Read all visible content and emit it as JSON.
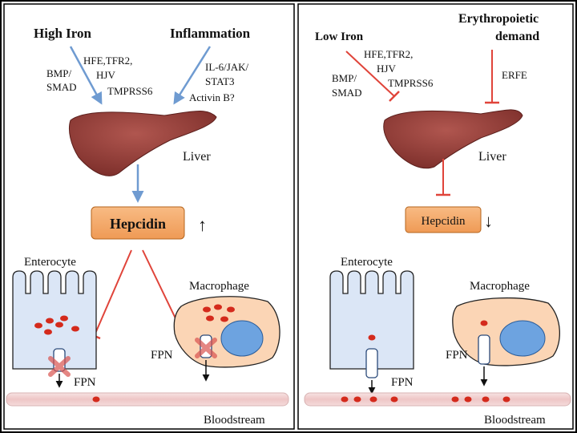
{
  "left": {
    "high_iron": "High Iron",
    "inflammation": "Inflammation",
    "bmp_line1": "BMP/",
    "bmp_line2": "SMAD",
    "hfe_line1": "HFE,TFR2,",
    "hfe_line2": "HJV",
    "hfe_line3": "TMPRSS6",
    "il6_line1": "IL-6/JAK/",
    "il6_line2": "STAT3",
    "il6_line3": "Activin B?",
    "liver": "Liver",
    "hepcidin": "Hepcidin",
    "hepcidin_trend": "↑",
    "enterocyte": "Enterocyte",
    "macrophage": "Macrophage",
    "fpn_enterocyte": "FPN",
    "fpn_macrophage": "FPN",
    "bloodstream": "Bloodstream"
  },
  "right": {
    "low_iron": "Low Iron",
    "erythro_line1": "Erythropoietic",
    "erythro_line2": "demand",
    "hfe_line1": "HFE,TFR2,",
    "hfe_line2": "HJV",
    "hfe_line3": "TMPRSS6",
    "bmp_line1": "BMP/",
    "bmp_line2": "SMAD",
    "erfe": "ERFE",
    "liver": "Liver",
    "hepcidin": "Hepcidin",
    "hepcidin_trend": "↓",
    "enterocyte": "Enterocyte",
    "macrophage": "Macrophage",
    "fpn_enterocyte": "FPN",
    "fpn_macrophage": "FPN",
    "bloodstream": "Bloodstream"
  },
  "colors": {
    "stimulate_arrow": "#6f9bd1",
    "inhibit_line": "#e0443a",
    "liver": "#8e3b36",
    "hepcidin_box": "#f5a867",
    "enterocyte": "#dbe6f6",
    "macrophage": "#fbd5b5",
    "nucleus": "#6da3e0",
    "iron": "#d42a1c",
    "bloodstream": "#f2d4d4"
  }
}
